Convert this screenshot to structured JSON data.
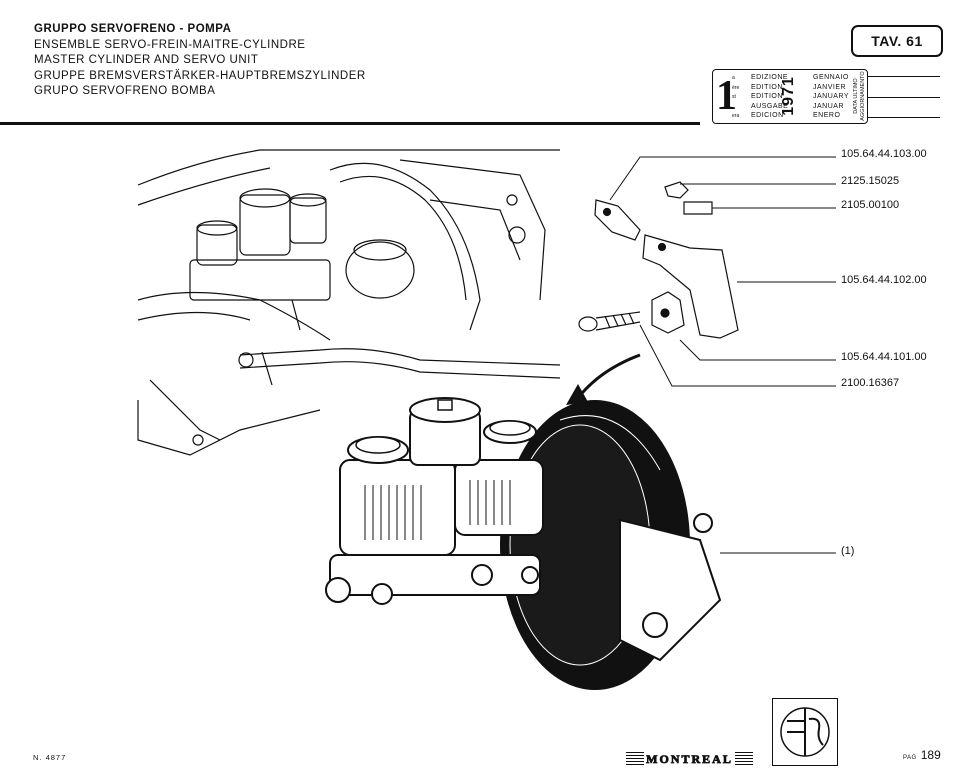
{
  "header": {
    "titles": [
      "GRUPPO SERVOFRENO - POMPA",
      "ENSEMBLE SERVO-FREIN-MAITRE-CYLINDRE",
      "MASTER CYLINDER AND SERVO UNIT",
      "GRUPPE BREMSVERSTÄRKER-HAUPTBREMSZYLINDER",
      "GRUPO SERVOFRENO BOMBA"
    ],
    "table_label": "TAV. 61"
  },
  "edition": {
    "number": "1",
    "ordinals": [
      "a",
      "ère",
      "st",
      "",
      "era"
    ],
    "edition_words": [
      "EDIZIONE",
      "EDITION",
      "EDITION",
      "AUSGABE",
      "EDICION"
    ],
    "year": "1971",
    "months": [
      "GENNAIO",
      "JANVIER",
      "JANUARY",
      "JANUAR",
      "ENERO"
    ],
    "side_label_1": "DATA ULTIMO",
    "side_label_2": "AGGIORNAMENTO"
  },
  "parts": [
    "105.64.44.103.00",
    "2125.15025",
    "2105.00100",
    "105.64.44.102.00",
    "105.64.44.101.00",
    "2100.16367",
    "(1)"
  ],
  "footer": {
    "doc_number": "N. 4877",
    "brand": "MONTREAL",
    "page_label": "PAG",
    "page_number": "189"
  }
}
